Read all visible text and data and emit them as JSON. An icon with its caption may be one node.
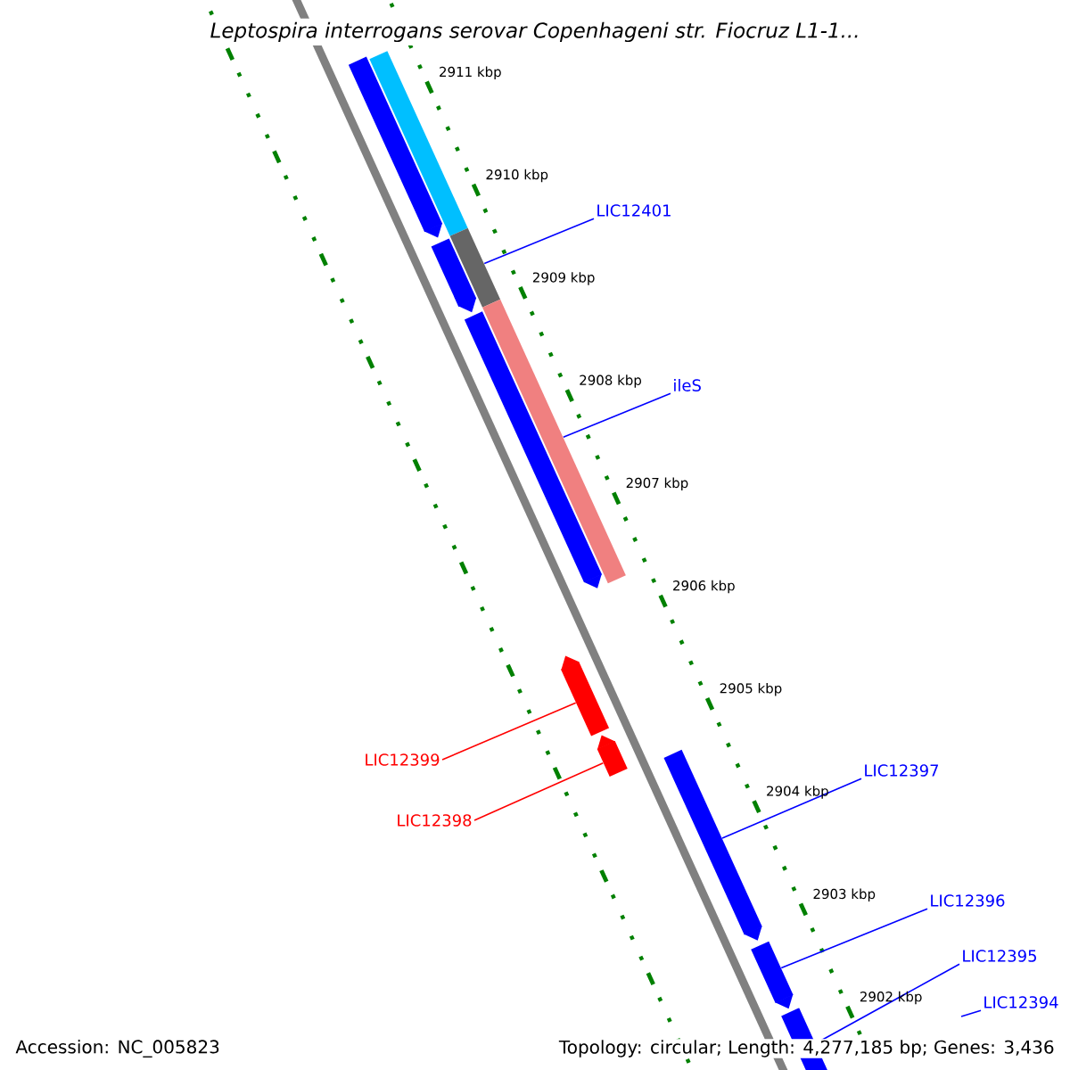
{
  "diagram": {
    "title": "Leptospira interrogans serovar Copenhageni str. Fiocruz L1-1...",
    "nodes": [
      {
        "text": [],
        "shape": "bar"
      },
      {
        "text": [],
        "shape": "bar"
      },
      {
        "text": [
          "LIC12401"
        ]
      },
      {
        "text": [],
        "shape": "bar"
      },
      {
        "text": [],
        "shape": "bar"
      },
      {
        "text": [],
        "shape": "bar"
      },
      {
        "text": [],
        "shape": "bar"
      },
      {
        "text": [
          "ileS"
        ]
      },
      {
        "text": [],
        "shape": "bar"
      },
      {
        "text": [
          "LIC12399"
        ]
      },
      {
        "text": [],
        "shape": "bar"
      },
      {
        "text": [
          "LIC12398"
        ]
      },
      {
        "text": [],
        "shape": "bar"
      },
      {
        "text": [
          "LIC12397"
        ]
      },
      {
        "text": [
          "LIC12396"
        ]
      },
      {
        "text": [],
        "shape": "bar"
      },
      {
        "text": [
          "LIC12395"
        ]
      },
      {
        "text": [],
        "shape": "bar"
      },
      {
        "text": [
          "LIC12394"
        ]
      }
    ],
    "edges": [
      {
        "from": 2,
        "to": 3,
        "arrow": "none"
      },
      {
        "from": 7,
        "to": 6,
        "arrow": "none"
      },
      {
        "from": 9,
        "to": 8,
        "arrow": "none",
        "color": "#ff0000"
      },
      {
        "from": 11,
        "to": 10,
        "arrow": "none",
        "color": "#ff0000"
      },
      {
        "from": 13,
        "to": 12,
        "arrow": "none"
      },
      {
        "from": 14,
        "to": 15,
        "arrow": "none"
      },
      {
        "from": 16,
        "to": 17,
        "arrow": "none"
      },
      {
        "from": 18,
        "to": null,
        "arrow": "none"
      }
    ],
    "labels": [
      "2911 kbp",
      "2910 kbp",
      "2909 kbp",
      "2908 kbp",
      "2907 kbp",
      "2906 kbp",
      "2905 kbp",
      "2904 kbp",
      "2903 kbp",
      "2902 kbp",
      "Accession: NC_005823",
      "Topology: circular; Length: 4,277,185 bp; Genes: 3,436"
    ]
  }
}
